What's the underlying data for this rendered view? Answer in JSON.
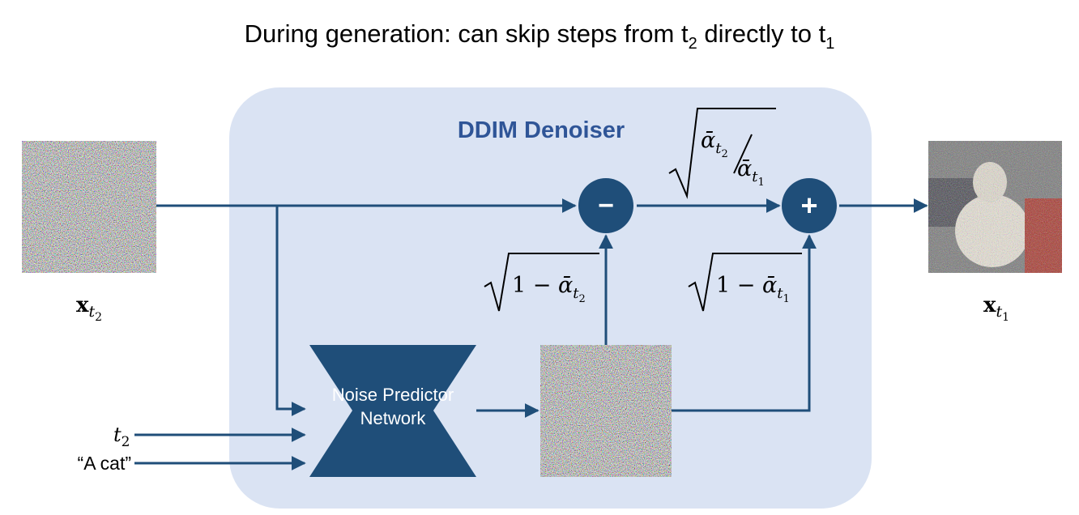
{
  "title": {
    "before": "During generation: can skip steps from t",
    "sub_a": "2",
    "middle": " directly to t",
    "sub_b": "1"
  },
  "denoiser_label": "DDIM Denoiser",
  "input_image": {
    "label_main": "x",
    "label_sub": "t",
    "label_subsub": "2"
  },
  "output_image": {
    "label_main": "x",
    "label_sub": "t",
    "label_subsub": "1"
  },
  "minus_symbol": "−",
  "plus_symbol": "+",
  "network": {
    "line1": "Noise Predictor",
    "line2": "Network"
  },
  "inputs": {
    "timestep": {
      "main": "t",
      "sub": "2"
    },
    "prompt": "“A cat”"
  },
  "coefficients": {
    "scale": {
      "alpha": "ᾱ",
      "sub": "t",
      "subsub_num": "2",
      "subsub_den": "1"
    },
    "noise_in": {
      "one": "1 − ",
      "alpha": "ᾱ",
      "sub": "t",
      "subsub": "2"
    },
    "noise_out": {
      "one": "1 − ",
      "alpha": "ᾱ",
      "sub": "t",
      "subsub": "1"
    }
  },
  "colors": {
    "primary": "#1f4e79",
    "panel": "#dae3f3",
    "node": "#1f4e79"
  }
}
